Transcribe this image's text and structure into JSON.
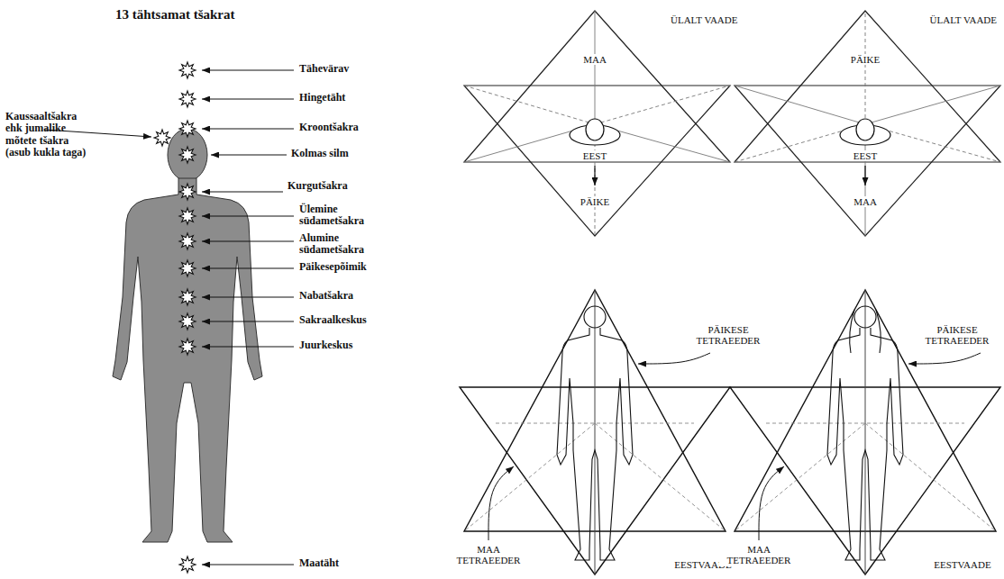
{
  "diagram": {
    "title": "13 tähtsamat tšakrat",
    "labels": [
      "Tähevärav",
      "Hingetäht",
      "Kaussaaltšakra ehk jumalike mõtete tšakra (asub kukla taga)",
      "Kroontšakra",
      "Kolmas silm",
      "Kurgutšakra",
      "Ülemine südametšakra",
      "Alumine südametšakra",
      "Päikesepõimik",
      "Nabatšakra",
      "Sakraalkeskus",
      "Juurkeskus",
      "Maatäht",
      "MAA",
      "ÜLALT VAADE",
      "EEST",
      "PÄIKE",
      "PÄIKE",
      "ÜLALT VAADE",
      "EEST",
      "MAA",
      "PÄIKESE TETRAEEDER",
      "MAA TETRAEEDER",
      "EESTVAADE",
      "PÄIKESE TETRAEEDER",
      "MAA TETRAEEDER",
      "EESTVAADE"
    ]
  }
}
